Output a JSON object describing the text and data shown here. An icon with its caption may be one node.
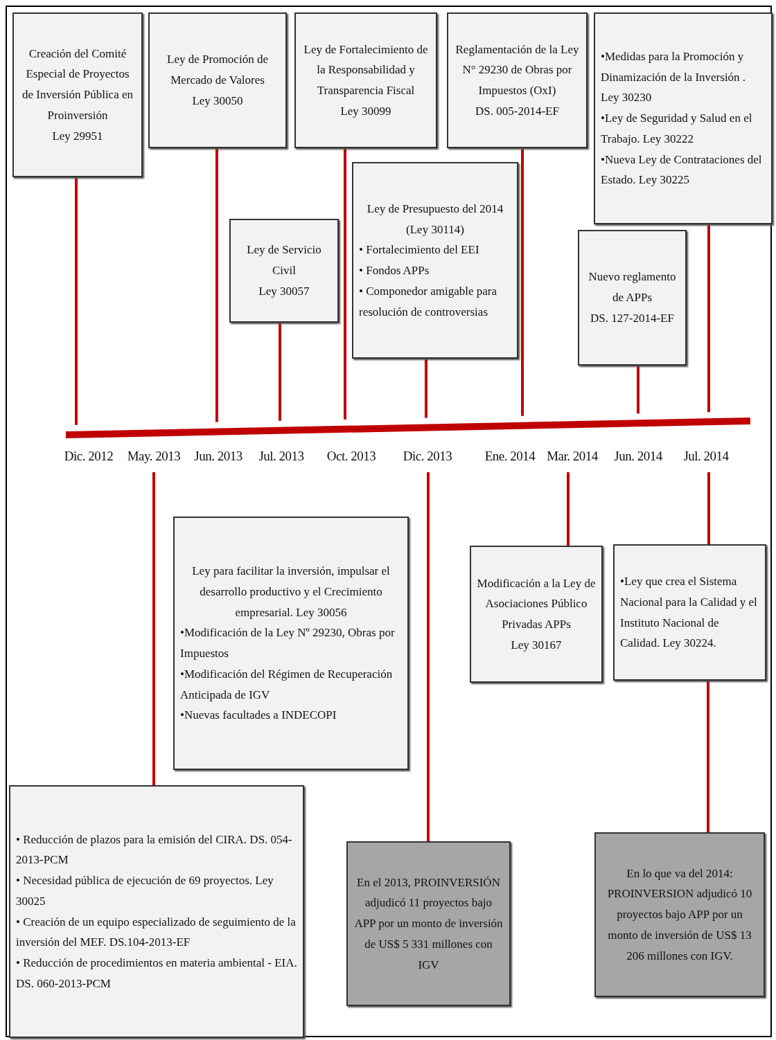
{
  "diagram": {
    "nodes": [
      {
        "text": [
          "Creación del Comité Especial de Proyectos de Inversión Pública en Proinversión",
          "Ley 29951"
        ]
      },
      {
        "text": [
          "Ley de Promoción de Mercado de Valores",
          "Ley 30050"
        ]
      },
      {
        "text": [
          "Ley de Fortalecimiento de la Responsabilidad y Transparencia Fiscal",
          "Ley 30099"
        ]
      },
      {
        "text": [
          "Reglamentación de la Ley N° 29230 de Obras por Impuestos (OxI)",
          "DS. 005-2014-EF"
        ]
      },
      {
        "text": [
          "•Medidas para la Promoción y Dinamización de la Inversión . Ley 30230",
          "•Ley de Seguridad y Salud en el Trabajo. Ley 30222",
          "•Nueva Ley de Contrataciones del Estado. Ley 30225"
        ]
      },
      {
        "text": [
          "Ley de Presupuesto del 2014 (Ley 30114)",
          "• Fortalecimiento del EEI",
          "• Fondos APPs",
          "• Componedor amigable para resolución de controversias"
        ]
      },
      {
        "text": [
          "Ley de Servicio Civil",
          "Ley 30057"
        ]
      },
      {
        "text": [
          "Nuevo reglamento de APPs",
          "DS. 127-2014-EF"
        ]
      },
      {
        "text": [],
        "shape": "bar"
      },
      {
        "text": [
          "Dic. 2012"
        ]
      },
      {
        "text": [
          "May. 2013"
        ]
      },
      {
        "text": [
          "Jun. 2013"
        ]
      },
      {
        "text": [
          "Jul. 2013"
        ]
      },
      {
        "text": [
          "Oct. 2013"
        ]
      },
      {
        "text": [
          "Dic. 2013"
        ]
      },
      {
        "text": [
          "Ene. 2014"
        ]
      },
      {
        "text": [
          "Mar. 2014"
        ]
      },
      {
        "text": [
          "Jun. 2014"
        ]
      },
      {
        "text": [
          "Jul. 2014"
        ]
      },
      {
        "text": [
          "Ley para facilitar la inversión, impulsar el desarrollo productivo y el Crecimiento empresarial. Ley 30056",
          "•Modificación de la Ley Nº 29230, Obras por Impuestos",
          "•Modificación del Régimen de Recuperación Anticipada de IGV",
          "•Nuevas facultades a INDECOPI"
        ]
      },
      {
        "text": [
          "Modificación a la Ley de Asociaciones Público Privadas APPs",
          "Ley 30167"
        ]
      },
      {
        "text": [
          "•Ley que crea el Sistema Nacional para la Calidad y el Instituto Nacional de Calidad. Ley 30224."
        ]
      },
      {
        "text": [
          "• Reducción de plazos para la emisión del CIRA. DS. 054-2013-PCM",
          "• Necesidad pública de ejecución de 69 proyectos. Ley 30025",
          "• Creación de un equipo especializado de seguimiento de la inversión del MEF. DS.104-2013-EF",
          "• Reducción de procedimientos en materia ambiental - EIA. DS. 060-2013-PCM"
        ]
      },
      {
        "text": [
          "En el 2013, PROINVERSIÓN adjudicó 11 proyectos bajo APP por un monto de inversión de US$ 5 331 millones con IGV"
        ]
      },
      {
        "text": [
          "En lo que va del 2014: PROINVERSION adjudicó 10 proyectos bajo APP por un monto de inversión de US$ 13 206 millones con IGV."
        ]
      }
    ],
    "edges": [
      {
        "from": 0,
        "to": 8,
        "arrow": "none"
      },
      {
        "from": 1,
        "to": 8,
        "arrow": "none"
      },
      {
        "from": 2,
        "to": 8,
        "arrow": "none"
      },
      {
        "from": 3,
        "to": 8,
        "arrow": "none"
      },
      {
        "from": 4,
        "to": 8,
        "arrow": "none"
      },
      {
        "from": 5,
        "to": 8,
        "arrow": "none"
      },
      {
        "from": 6,
        "to": 8,
        "arrow": "none"
      },
      {
        "from": 7,
        "to": 8,
        "arrow": "none"
      },
      {
        "from": 10,
        "to": 22,
        "arrow": "none"
      },
      {
        "from": 14,
        "to": 23,
        "arrow": "none"
      },
      {
        "from": 16,
        "to": 20,
        "arrow": "none"
      },
      {
        "from": 18,
        "to": 21,
        "arrow": "none"
      },
      {
        "from": 21,
        "to": 24,
        "arrow": "none"
      }
    ]
  }
}
